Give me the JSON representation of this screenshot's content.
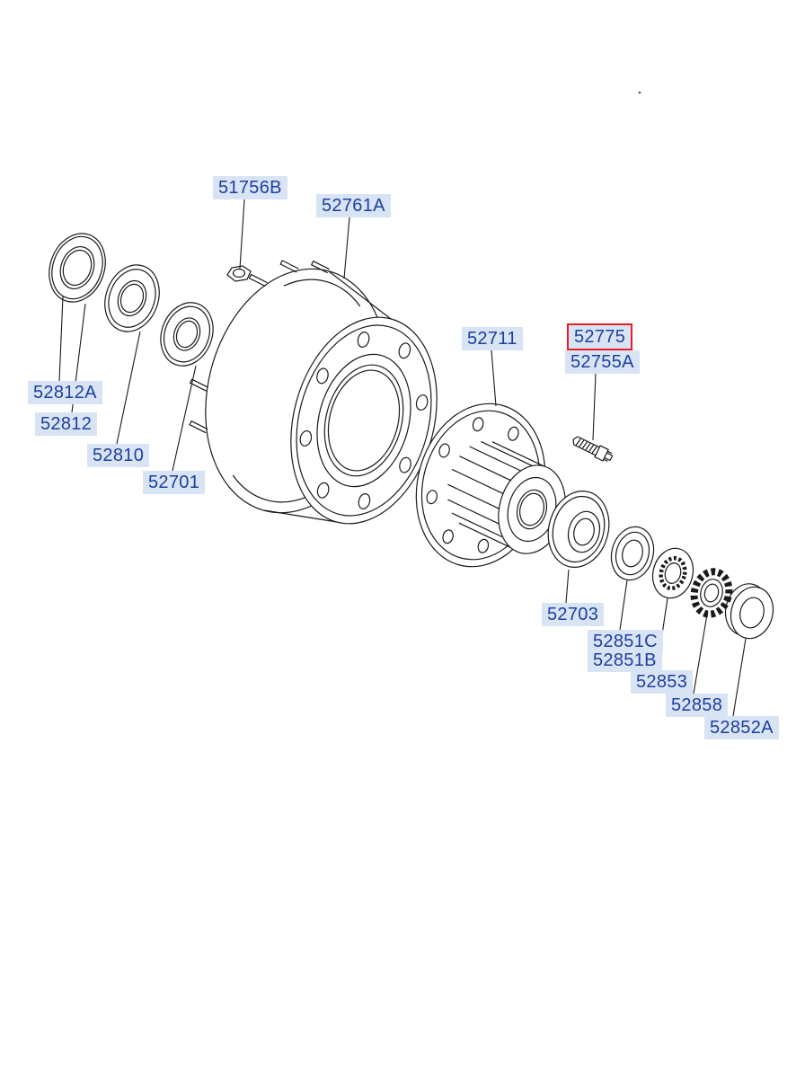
{
  "diagram": {
    "description": "Exploded parts diagram of a rear wheel hub and brake drum assembly",
    "background": "#ffffff",
    "line_color": "#1a1a1a",
    "label_bg": "#d8e4f4",
    "label_color": "#1d3fa0",
    "highlight_color": "#ee1c25",
    "labels": [
      {
        "part": "51756B",
        "highlighted": false
      },
      {
        "part": "52761A",
        "highlighted": false
      },
      {
        "part": "52812A",
        "highlighted": false
      },
      {
        "part": "52812",
        "highlighted": false
      },
      {
        "part": "52810",
        "highlighted": false
      },
      {
        "part": "52701",
        "highlighted": false
      },
      {
        "part": "52711",
        "highlighted": false
      },
      {
        "part": "52775",
        "highlighted": true
      },
      {
        "part": "52755A",
        "highlighted": false
      },
      {
        "part": "52703",
        "highlighted": false
      },
      {
        "part": "52851C",
        "highlighted": false
      },
      {
        "part": "52851B",
        "highlighted": false
      },
      {
        "part": "52853",
        "highlighted": false
      },
      {
        "part": "52858",
        "highlighted": false
      },
      {
        "part": "52852A",
        "highlighted": false
      }
    ]
  }
}
